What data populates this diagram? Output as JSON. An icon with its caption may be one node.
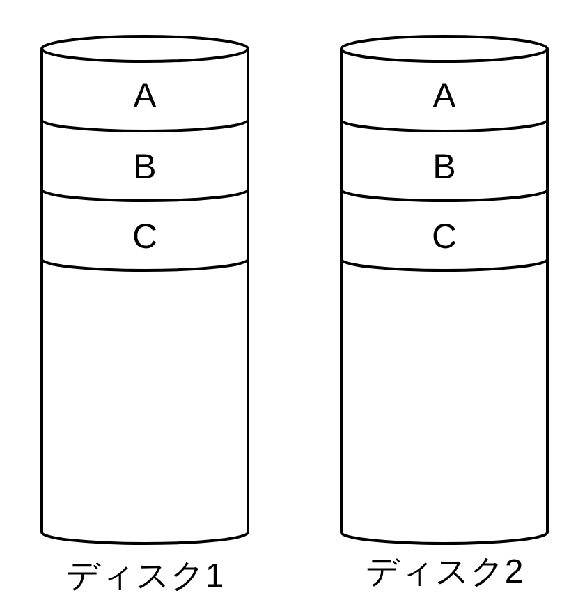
{
  "diagram": {
    "nodes": [
      {
        "text": [
          "ディスク1"
        ]
      },
      {
        "text": [
          "A"
        ],
        "in": 0
      },
      {
        "text": [
          "B"
        ],
        "in": 0
      },
      {
        "text": [
          "C"
        ],
        "in": 0
      },
      {
        "text": [
          "ディスク2"
        ]
      },
      {
        "text": [
          "A"
        ],
        "in": 4
      },
      {
        "text": [
          "B"
        ],
        "in": 4
      },
      {
        "text": [
          "C"
        ],
        "in": 4
      }
    ]
  }
}
